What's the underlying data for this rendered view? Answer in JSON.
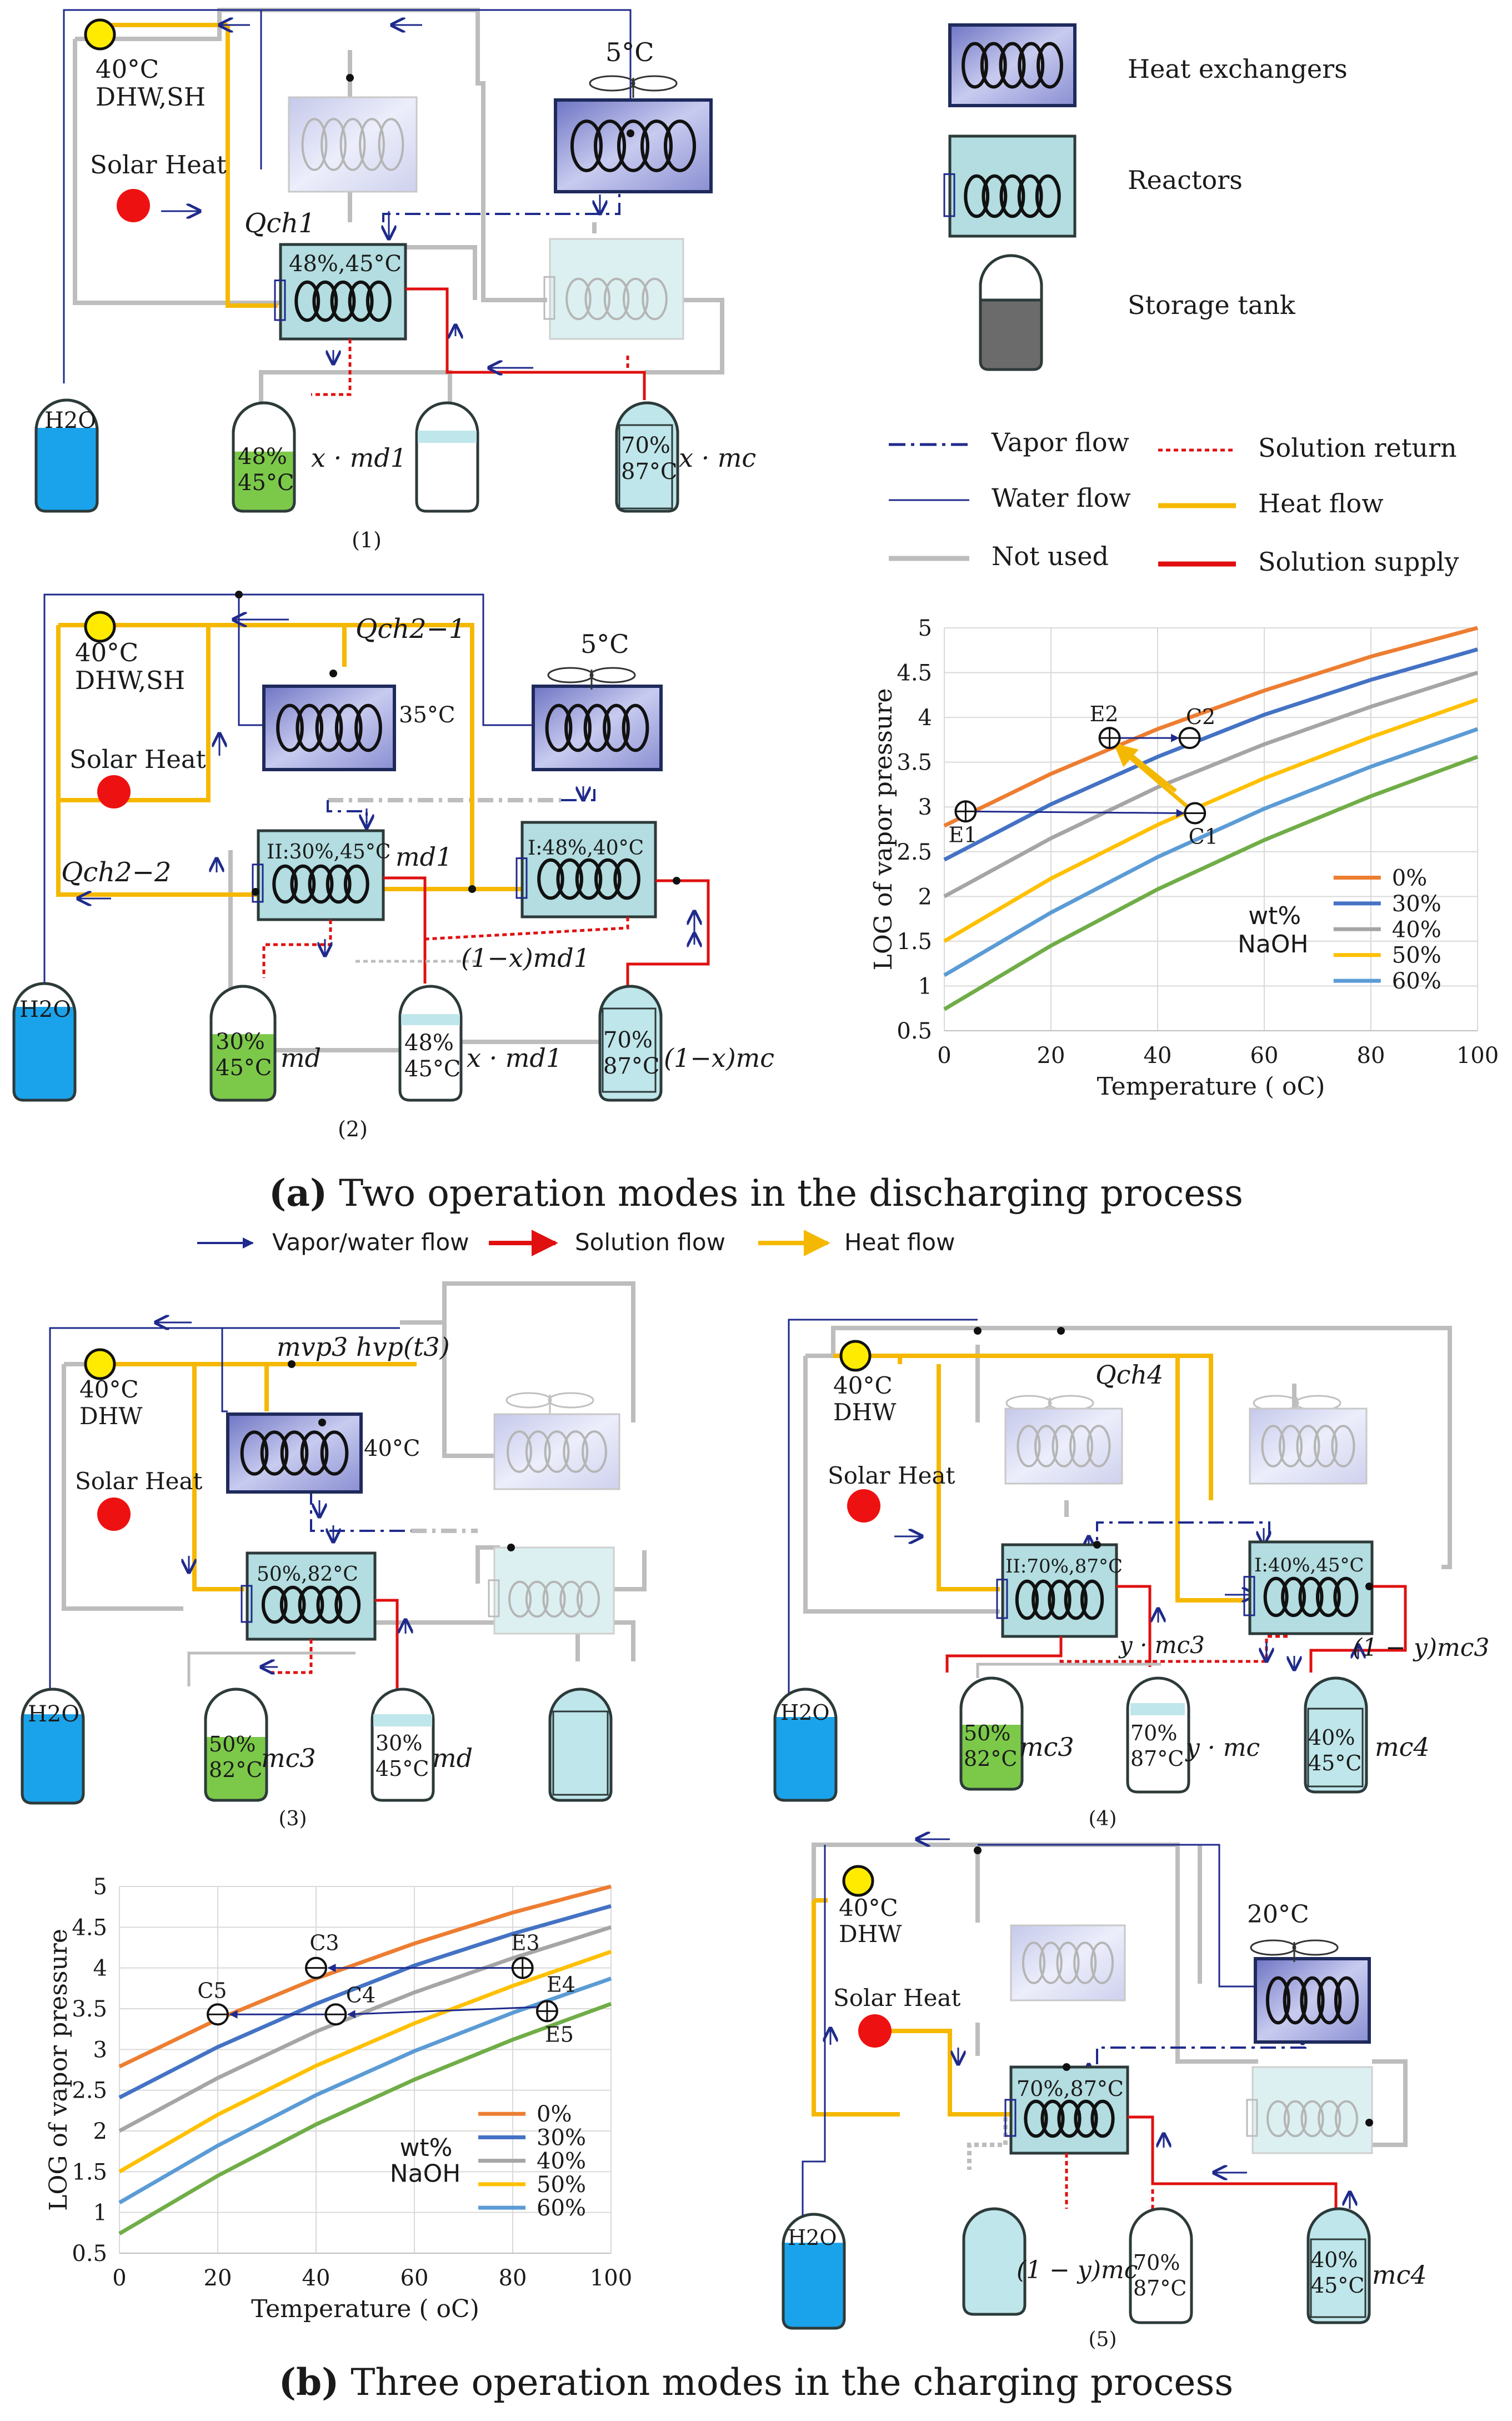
{
  "colors": {
    "water": "#1f2a8c",
    "heat": "#f5b800",
    "notused": "#bdbdbd",
    "supply": "#e01010",
    "ret": "#e01010",
    "hx_fill": "#9aa0d6",
    "reactor_fill": "#b3dde0",
    "tank_fill": "#bfe6ea",
    "water_fill": "#1aa3ea",
    "green_fill": "#7cc94a",
    "dark": "#1a1a1a"
  },
  "legend": {
    "heat_exchangers": "Heat exchangers",
    "reactors": "Reactors",
    "storage_tank": "Storage tank",
    "vapor_flow": "Vapor flow",
    "water_flow": "Water flow",
    "not_used": "Not used",
    "solution_return": "Solution return",
    "heat_flow": "Heat flow",
    "solution_supply": "Solution supply"
  },
  "legend_b": {
    "vapor_water_flow": "Vapor/water flow",
    "solution_flow": "Solution flow",
    "heat_flow": "Heat flow"
  },
  "captions": {
    "a_bold": "(a)",
    "a_text": " Two operation modes in the discharging process",
    "b_bold": "(b)",
    "b_text": " Three operation modes in the charging process"
  },
  "panel1": {
    "label": "(1)",
    "dhw": "40°C",
    "dhw2": "DHW,SH",
    "solar": "Solar Heat",
    "q": "Qch1",
    "condenser_temp": "5°C",
    "reactor": "48%,45°C",
    "tank_left_1": "48%",
    "tank_left_2": "45°C",
    "tank_right_1": "70%",
    "tank_right_2": "87°C",
    "flow_left": "x · md1",
    "flow_right": "x · mc",
    "h2o": "H2O"
  },
  "panel2": {
    "label": "(2)",
    "dhw": "40°C",
    "dhw2": "DHW,SH",
    "solar": "Solar Heat",
    "q_top": "Qch2−1",
    "q_bottom": "Qch2−2",
    "hx_temp": "35°C",
    "condenser_temp": "5°C",
    "reactor_left": "II:30%,45°C",
    "reactor_right": "I:48%,40°C",
    "md1": "md1",
    "flow_mid": "(1−x)md1",
    "tank1_1": "30%",
    "tank1_2": "45°C",
    "tank1_label": "md",
    "tank2_1": "48%",
    "tank2_2": "45°C",
    "tank2_label": "x · md1",
    "tank3_1": "70%",
    "tank3_2": "87°C",
    "tank3_label": "(1−x)mc",
    "h2o": "H2O"
  },
  "panel3": {
    "label": "(3)",
    "dhw": "40°C",
    "dhw2": "DHW",
    "solar": "Solar Heat",
    "q": "mvp3 hvp(t3)",
    "hx_temp": "40°C",
    "reactor": "50%,82°C",
    "tank1_1": "50%",
    "tank1_2": "82°C",
    "tank1_label": "mc3",
    "tank2_1": "30%",
    "tank2_2": "45°C",
    "tank2_label": "md",
    "h2o": "H2O"
  },
  "panel4": {
    "label": "(4)",
    "dhw": "40°C",
    "dhw2": "DHW",
    "solar": "Solar Heat",
    "q": "Qch4",
    "reactor_left": "II:70%,87°C",
    "reactor_right": "I:40%,45°C",
    "flow_mid": "y · mc3",
    "flow_right": "(1 − y)mc3",
    "tank1_1": "50%",
    "tank1_2": "82°C",
    "tank1_label": "mc3",
    "tank2_1": "70%",
    "tank2_2": "87°C",
    "tank2_label": "y · mc",
    "tank3_1": "40%",
    "tank3_2": "45°C",
    "tank3_label": "mc4",
    "h2o": "H2O"
  },
  "panel5": {
    "label": "(5)",
    "dhw": "40°C",
    "dhw2": "DHW",
    "solar": "Solar Heat",
    "condenser_temp": "20°C",
    "reactor": "70%,87°C",
    "tank1_label": "(1 − y)mc",
    "tank2_1": "70%",
    "tank2_2": "87°C",
    "tank3_1": "40%",
    "tank3_2": "45°C",
    "tank3_label": "mc4",
    "h2o": "H2O"
  },
  "chart_data": [
    {
      "type": "line",
      "xlabel": "Temperature ( oC)",
      "ylabel": "LOG of vapor pressure",
      "xlim": [
        0,
        100
      ],
      "ylim": [
        0.5,
        5
      ],
      "xticks": [
        "0",
        "20",
        "40",
        "60",
        "80",
        "100"
      ],
      "yticks": [
        "0.5",
        "1",
        "1.5",
        "2",
        "2.5",
        "3",
        "3.5",
        "4",
        "4.5",
        "5"
      ],
      "grid": true,
      "legend_title_1": "wt%",
      "legend_title_2": "NaOH",
      "legend_position": "bottom-right",
      "x": [
        0,
        20,
        40,
        60,
        80,
        100
      ],
      "series": [
        {
          "name": "0%",
          "color": "#ed7d31",
          "values": [
            2.79,
            3.37,
            3.87,
            4.3,
            4.68,
            5.0
          ]
        },
        {
          "name": "30%",
          "color": "#4472c4",
          "values": [
            2.41,
            3.03,
            3.56,
            4.03,
            4.42,
            4.76
          ]
        },
        {
          "name": "40%",
          "color": "#a5a5a5",
          "values": [
            2.0,
            2.65,
            3.22,
            3.7,
            4.12,
            4.5
          ]
        },
        {
          "name": "50%",
          "color": "#ffc000",
          "values": [
            1.5,
            2.2,
            2.8,
            3.32,
            3.78,
            4.2
          ]
        },
        {
          "name": "60%",
          "color": "#5b9bd5",
          "values": [
            1.12,
            1.82,
            2.44,
            2.98,
            3.45,
            3.87
          ]
        },
        {
          "name": "",
          "color": "#70ad47",
          "values": [
            0.74,
            1.45,
            2.08,
            2.63,
            3.12,
            3.56
          ]
        }
      ],
      "points": [
        {
          "label": "E1",
          "x": 4,
          "y": 2.95
        },
        {
          "label": "E2",
          "x": 31,
          "y": 3.77
        },
        {
          "label": "C2",
          "x": 46,
          "y": 3.77
        },
        {
          "label": "C1",
          "x": 47,
          "y": 2.93
        }
      ]
    },
    {
      "type": "line",
      "xlabel": "Temperature ( oC)",
      "ylabel": "LOG of vapor pressure",
      "xlim": [
        0,
        100
      ],
      "ylim": [
        0.5,
        5
      ],
      "xticks": [
        "0",
        "20",
        "40",
        "60",
        "80",
        "100"
      ],
      "yticks": [
        "0.5",
        "1",
        "1.5",
        "2",
        "2.5",
        "3",
        "3.5",
        "4",
        "4.5",
        "5"
      ],
      "grid": true,
      "legend_title_1": "wt%",
      "legend_title_2": "NaOH",
      "legend_position": "bottom-right",
      "x": [
        0,
        20,
        40,
        60,
        80,
        100
      ],
      "series": [
        {
          "name": "0%",
          "color": "#ed7d31",
          "values": [
            2.79,
            3.37,
            3.87,
            4.3,
            4.68,
            5.0
          ]
        },
        {
          "name": "30%",
          "color": "#4472c4",
          "values": [
            2.41,
            3.03,
            3.56,
            4.03,
            4.42,
            4.76
          ]
        },
        {
          "name": "40%",
          "color": "#a5a5a5",
          "values": [
            2.0,
            2.65,
            3.22,
            3.7,
            4.12,
            4.5
          ]
        },
        {
          "name": "50%",
          "color": "#ffc000",
          "values": [
            1.5,
            2.2,
            2.8,
            3.32,
            3.78,
            4.2
          ]
        },
        {
          "name": "60%",
          "color": "#5b9bd5",
          "values": [
            1.12,
            1.82,
            2.44,
            2.98,
            3.45,
            3.87
          ]
        },
        {
          "name": "",
          "color": "#70ad47",
          "values": [
            0.74,
            1.45,
            2.08,
            2.63,
            3.12,
            3.56
          ]
        }
      ],
      "points": [
        {
          "label": "C3",
          "x": 40,
          "y": 4.0
        },
        {
          "label": "E3",
          "x": 82,
          "y": 4.0
        },
        {
          "label": "C5",
          "x": 20,
          "y": 3.43
        },
        {
          "label": "C4",
          "x": 44,
          "y": 3.43
        },
        {
          "label": "E4",
          "x": 87,
          "y": 3.47
        },
        {
          "label": "E5",
          "x": 87,
          "y": 3.47
        }
      ]
    }
  ]
}
